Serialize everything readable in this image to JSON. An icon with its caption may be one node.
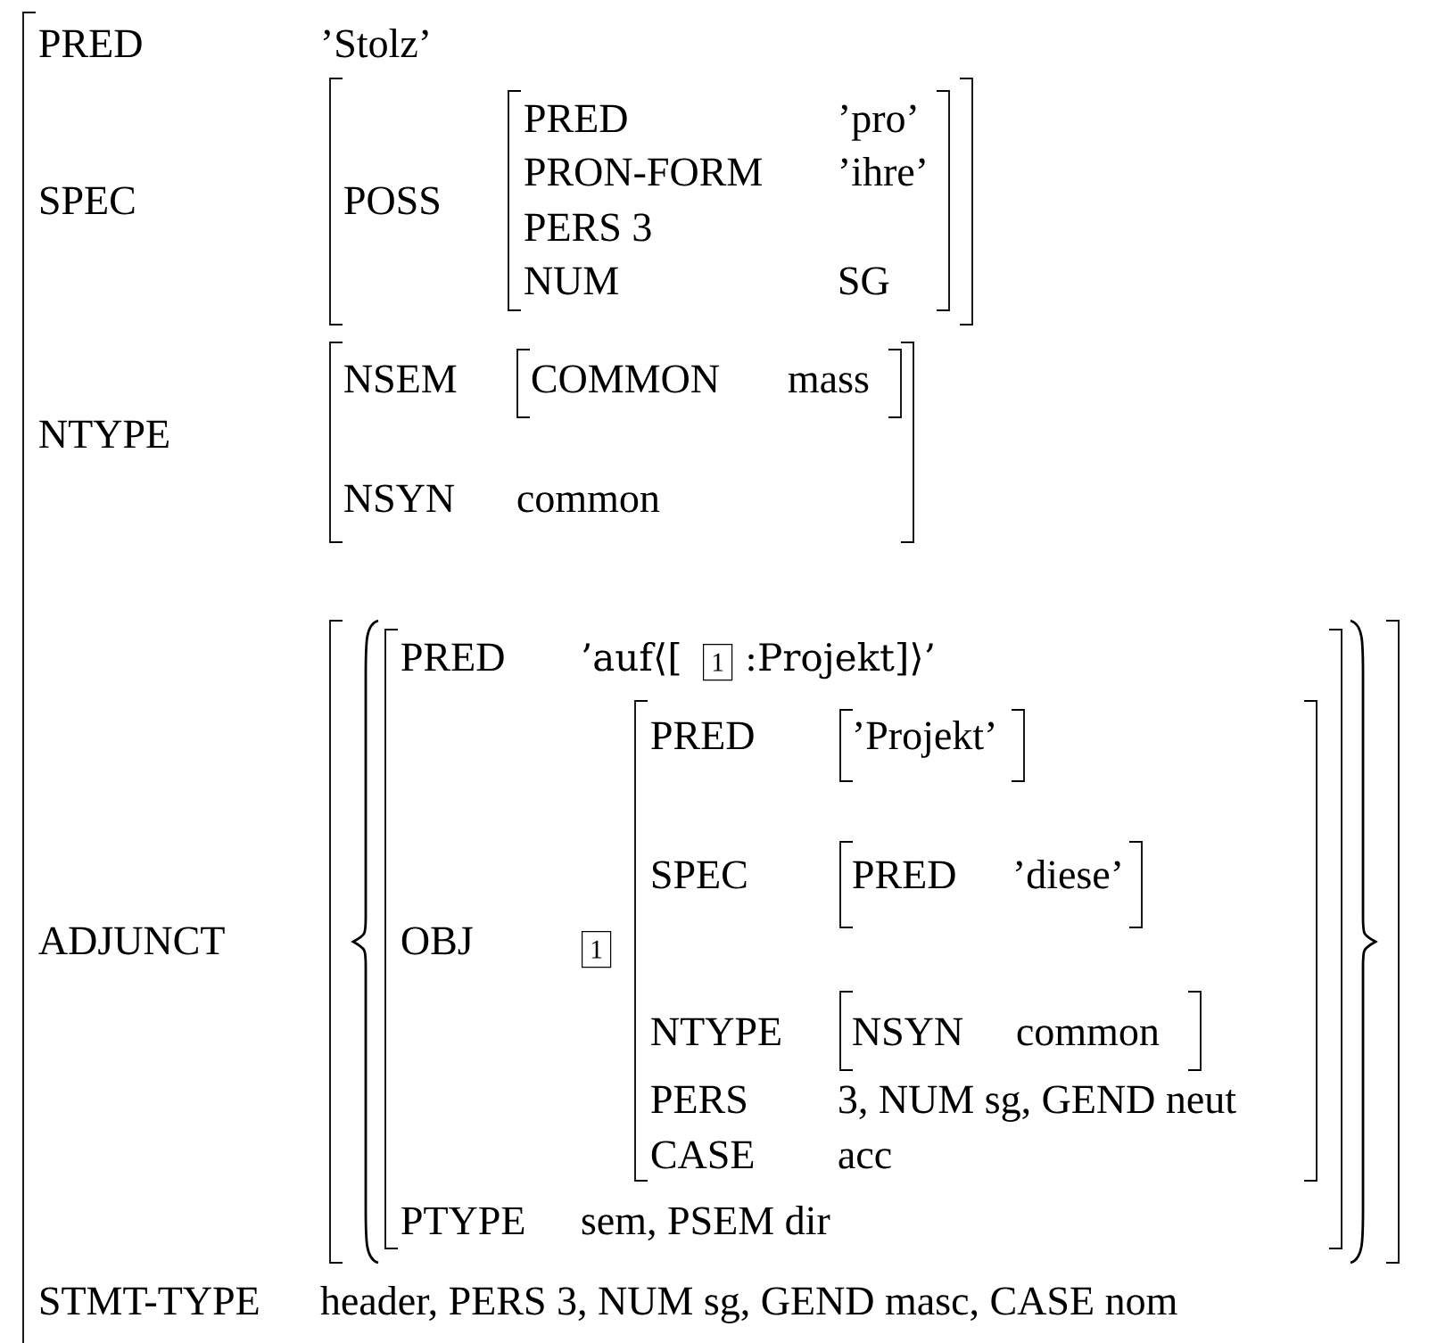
{
  "diagram": {
    "nodes": [
      {
        "text": [
          "PRED",
          "’Stolz’",
          "SPEC",
          "NTYPE",
          "ADJUNCT",
          "STMT-TYPE",
          "header, PERS 3, NUM sg, GEND masc, CASE nom"
        ]
      },
      {
        "text": [
          "POSS"
        ],
        "in": 0
      },
      {
        "text": [
          "PRED",
          "’pro’",
          "PRON-FORM",
          "’ihre’",
          "PERS 3",
          "NUM",
          "SG"
        ],
        "in": 1
      },
      {
        "text": [
          "NSEM",
          "NSYN",
          "common"
        ],
        "in": 0
      },
      {
        "text": [
          "COMMON",
          "mass"
        ],
        "in": 3
      },
      {
        "text": [],
        "shape": "box"
      },
      {
        "text": [
          "PRED",
          "’auf⟨[",
          ":Projekt]⟩’",
          "OBJ",
          "PTYPE",
          "sem, PSEM dir"
        ],
        "in": 5
      },
      {
        "text": [
          "1"
        ],
        "in": 6
      },
      {
        "text": [
          "1"
        ],
        "in": 6
      },
      {
        "text": [
          "PRED",
          "SPEC",
          "NTYPE",
          "PERS",
          "3, NUM sg, GEND neut",
          "CASE",
          "acc"
        ],
        "in": 6
      },
      {
        "text": [
          "’Projekt’"
        ]
      },
      {
        "text": [
          "PRED",
          "’diese’"
        ]
      },
      {
        "text": [
          "NSYN",
          "common"
        ],
        "in": 9
      }
    ],
    "edges": []
  }
}
